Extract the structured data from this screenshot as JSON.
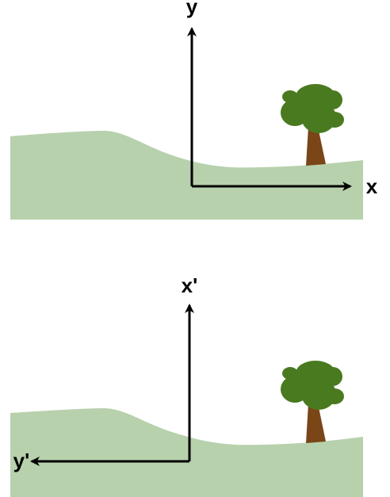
{
  "diagram": {
    "top_panel": {
      "vertical_axis_label": "y",
      "horizontal_axis_label": "x"
    },
    "bottom_panel": {
      "vertical_axis_label": "x'",
      "horizontal_axis_label": "y'"
    }
  },
  "colors": {
    "ground": "#b7d1ad",
    "tree_trunk": "#7a4517",
    "tree_foliage": "#4a7a1f",
    "axis": "#000000"
  },
  "icons": {
    "tree": "tree-icon",
    "arrowhead": "arrowhead-icon"
  }
}
